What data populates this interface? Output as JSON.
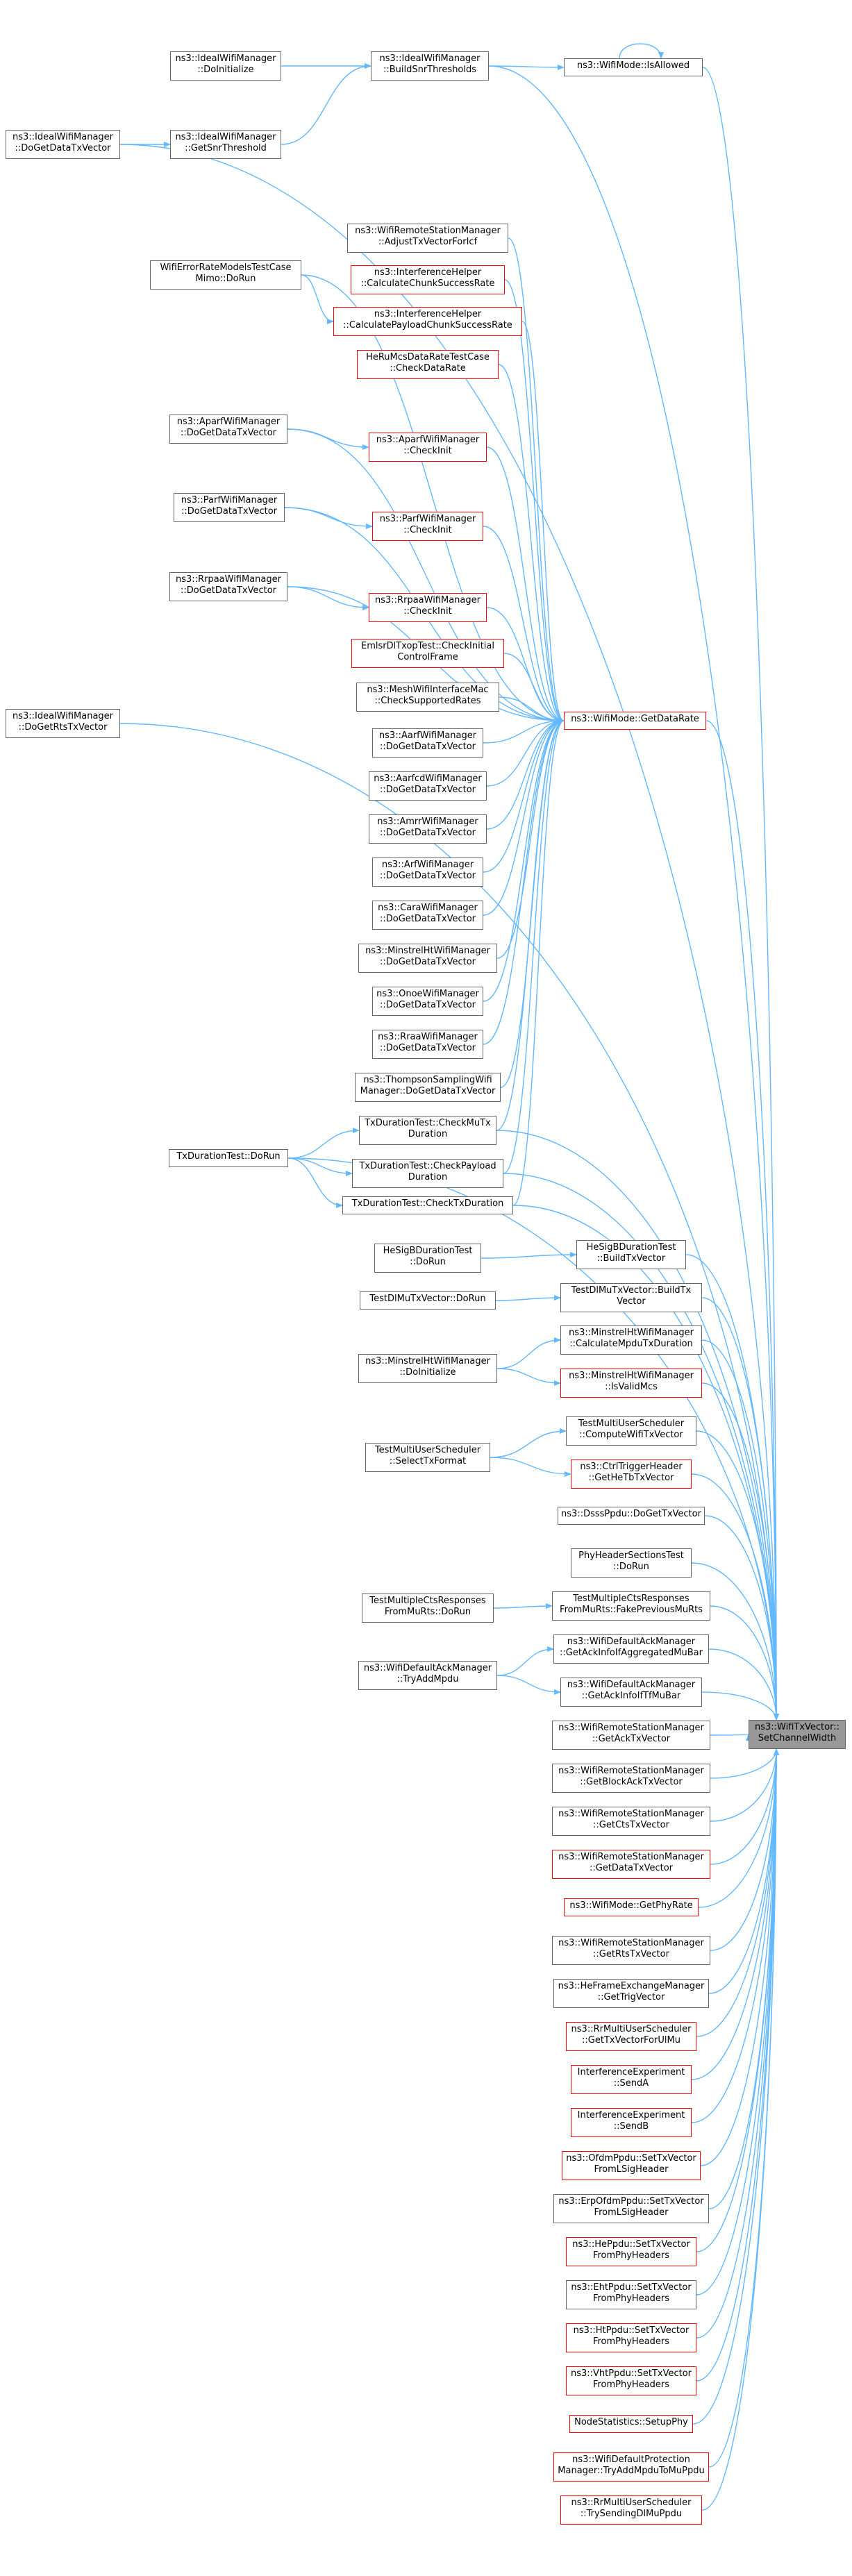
{
  "colors": {
    "edge": "#63b8ff",
    "border": "#666666",
    "warning_border": "#ff0000",
    "root_fill": "#999999"
  },
  "nodes": [
    {
      "id": "root",
      "lines": [
        "ns3::WifiTxVector::",
        "SetChannelWidth"
      ],
      "style": "root"
    },
    {
      "id": "isallowed",
      "lines": [
        "ns3::WifiMode::IsAllowed"
      ],
      "style": "normal"
    },
    {
      "id": "buildsnr",
      "lines": [
        "ns3::IdealWifiManager",
        "::BuildSnrThresholds"
      ],
      "style": "normal"
    },
    {
      "id": "doinit",
      "lines": [
        "ns3::IdealWifiManager",
        "::DoInitialize"
      ],
      "style": "normal"
    },
    {
      "id": "getsnr",
      "lines": [
        "ns3::IdealWifiManager",
        "::GetSnrThreshold"
      ],
      "style": "normal"
    },
    {
      "id": "ideal_data",
      "lines": [
        "ns3::IdealWifiManager",
        "::DoGetDataTxVector"
      ],
      "style": "normal"
    },
    {
      "id": "adjust",
      "lines": [
        "ns3::WifiRemoteStationManager",
        "::AdjustTxVectorForIcf"
      ],
      "style": "normal"
    },
    {
      "id": "errmimo",
      "lines": [
        "WifiErrorRateModelsTestCase",
        "Mimo::DoRun"
      ],
      "style": "normal"
    },
    {
      "id": "calcchunk",
      "lines": [
        "ns3::InterferenceHelper",
        "::CalculateChunkSuccessRate"
      ],
      "style": "red"
    },
    {
      "id": "calcpayload",
      "lines": [
        "ns3::InterferenceHelper",
        "::CalculatePayloadChunkSuccessRate"
      ],
      "style": "red"
    },
    {
      "id": "heru",
      "lines": [
        "HeRuMcsDataRateTestCase",
        "::CheckDataRate"
      ],
      "style": "red"
    },
    {
      "id": "aparf_data",
      "lines": [
        "ns3::AparfWifiManager",
        "::DoGetDataTxVector"
      ],
      "style": "normal"
    },
    {
      "id": "aparf_check",
      "lines": [
        "ns3::AparfWifiManager",
        "::CheckInit"
      ],
      "style": "red"
    },
    {
      "id": "parf_data",
      "lines": [
        "ns3::ParfWifiManager",
        "::DoGetDataTxVector"
      ],
      "style": "normal"
    },
    {
      "id": "parf_check",
      "lines": [
        "ns3::ParfWifiManager",
        "::CheckInit"
      ],
      "style": "red"
    },
    {
      "id": "rrpaa_data",
      "lines": [
        "ns3::RrpaaWifiManager",
        "::DoGetDataTxVector"
      ],
      "style": "normal"
    },
    {
      "id": "rrpaa_check",
      "lines": [
        "ns3::RrpaaWifiManager",
        "::CheckInit"
      ],
      "style": "red"
    },
    {
      "id": "emlsr",
      "lines": [
        "EmlsrDlTxopTest::CheckInitial",
        "ControlFrame"
      ],
      "style": "red"
    },
    {
      "id": "ideal_rts",
      "lines": [
        "ns3::IdealWifiManager",
        "::DoGetRtsTxVector"
      ],
      "style": "normal"
    },
    {
      "id": "mesh",
      "lines": [
        "ns3::MeshWifiInterfaceMac",
        "::CheckSupportedRates"
      ],
      "style": "normal"
    },
    {
      "id": "getdatarate",
      "lines": [
        "ns3::WifiMode::GetDataRate"
      ],
      "style": "red"
    },
    {
      "id": "aarf",
      "lines": [
        "ns3::AarfWifiManager",
        "::DoGetDataTxVector"
      ],
      "style": "normal"
    },
    {
      "id": "aarfcd",
      "lines": [
        "ns3::AarfcdWifiManager",
        "::DoGetDataTxVector"
      ],
      "style": "normal"
    },
    {
      "id": "amrr",
      "lines": [
        "ns3::AmrrWifiManager",
        "::DoGetDataTxVector"
      ],
      "style": "normal"
    },
    {
      "id": "arf",
      "lines": [
        "ns3::ArfWifiManager",
        "::DoGetDataTxVector"
      ],
      "style": "normal"
    },
    {
      "id": "cara",
      "lines": [
        "ns3::CaraWifiManager",
        "::DoGetDataTxVector"
      ],
      "style": "normal"
    },
    {
      "id": "minstrel",
      "lines": [
        "ns3::MinstrelHtWifiManager",
        "::DoGetDataTxVector"
      ],
      "style": "normal"
    },
    {
      "id": "onoe",
      "lines": [
        "ns3::OnoeWifiManager",
        "::DoGetDataTxVector"
      ],
      "style": "normal"
    },
    {
      "id": "rraa",
      "lines": [
        "ns3::RraaWifiManager",
        "::DoGetDataTxVector"
      ],
      "style": "normal"
    },
    {
      "id": "thompson",
      "lines": [
        "ns3::ThompsonSamplingWifi",
        "Manager::DoGetDataTxVector"
      ],
      "style": "normal"
    },
    {
      "id": "chkmutx",
      "lines": [
        "TxDurationTest::CheckMuTx",
        "Duration"
      ],
      "style": "normal"
    },
    {
      "id": "txdur_run",
      "lines": [
        "TxDurationTest::DoRun"
      ],
      "style": "normal"
    },
    {
      "id": "chkpayload",
      "lines": [
        "TxDurationTest::CheckPayload",
        "Duration"
      ],
      "style": "normal"
    },
    {
      "id": "chktxdur",
      "lines": [
        "TxDurationTest::CheckTxDuration"
      ],
      "style": "normal"
    },
    {
      "id": "hesig_run",
      "lines": [
        "HeSigBDurationTest",
        "::DoRun"
      ],
      "style": "normal"
    },
    {
      "id": "hesig_build",
      "lines": [
        "HeSigBDurationTest",
        "::BuildTxVector"
      ],
      "style": "normal"
    },
    {
      "id": "dlmu_run",
      "lines": [
        "TestDlMuTxVector::DoRun"
      ],
      "style": "normal"
    },
    {
      "id": "dlmu_build",
      "lines": [
        "TestDlMuTxVector::BuildTx",
        "Vector"
      ],
      "style": "normal"
    },
    {
      "id": "mht_calc",
      "lines": [
        "ns3::MinstrelHtWifiManager",
        "::CalculateMpduTxDuration"
      ],
      "style": "normal"
    },
    {
      "id": "mht_init",
      "lines": [
        "ns3::MinstrelHtWifiManager",
        "::DoInitialize"
      ],
      "style": "normal"
    },
    {
      "id": "mht_valid",
      "lines": [
        "ns3::MinstrelHtWifiManager",
        "::IsValidMcs"
      ],
      "style": "red"
    },
    {
      "id": "mus_compute",
      "lines": [
        "TestMultiUserScheduler",
        "::ComputeWifiTxVector"
      ],
      "style": "normal"
    },
    {
      "id": "mus_select",
      "lines": [
        "TestMultiUserScheduler",
        "::SelectTxFormat"
      ],
      "style": "normal"
    },
    {
      "id": "ctrltrig",
      "lines": [
        "ns3::CtrlTriggerHeader",
        "::GetHeTbTxVector"
      ],
      "style": "red"
    },
    {
      "id": "dsss",
      "lines": [
        "ns3::DsssPpdu::DoGetTxVector"
      ],
      "style": "normal"
    },
    {
      "id": "phyhdr",
      "lines": [
        "PhyHeaderSectionsTest",
        "::DoRun"
      ],
      "style": "normal"
    },
    {
      "id": "mcts_run",
      "lines": [
        "TestMultipleCtsResponses",
        "FromMuRts::DoRun"
      ],
      "style": "normal"
    },
    {
      "id": "mcts_fake",
      "lines": [
        "TestMultipleCtsResponses",
        "FromMuRts::FakePreviousMuRts"
      ],
      "style": "normal"
    },
    {
      "id": "ack_bar",
      "lines": [
        "ns3::WifiDefaultAckManager",
        "::GetAckInfoIfAggregatedMuBar"
      ],
      "style": "normal"
    },
    {
      "id": "ack_try",
      "lines": [
        "ns3::WifiDefaultAckManager",
        "::TryAddMpdu"
      ],
      "style": "normal"
    },
    {
      "id": "ack_tf",
      "lines": [
        "ns3::WifiDefaultAckManager",
        "::GetAckInfoIfTfMuBar"
      ],
      "style": "normal"
    },
    {
      "id": "rsm_ack",
      "lines": [
        "ns3::WifiRemoteStationManager",
        "::GetAckTxVector"
      ],
      "style": "normal"
    },
    {
      "id": "rsm_back",
      "lines": [
        "ns3::WifiRemoteStationManager",
        "::GetBlockAckTxVector"
      ],
      "style": "normal"
    },
    {
      "id": "rsm_cts",
      "lines": [
        "ns3::WifiRemoteStationManager",
        "::GetCtsTxVector"
      ],
      "style": "normal"
    },
    {
      "id": "rsm_data",
      "lines": [
        "ns3::WifiRemoteStationManager",
        "::GetDataTxVector"
      ],
      "style": "red"
    },
    {
      "id": "phyrate",
      "lines": [
        "ns3::WifiMode::GetPhyRate"
      ],
      "style": "red"
    },
    {
      "id": "rsm_rts",
      "lines": [
        "ns3::WifiRemoteStationManager",
        "::GetRtsTxVector"
      ],
      "style": "normal"
    },
    {
      "id": "hefem",
      "lines": [
        "ns3::HeFrameExchangeManager",
        "::GetTrigVector"
      ],
      "style": "normal"
    },
    {
      "id": "rrmus",
      "lines": [
        "ns3::RrMultiUserScheduler",
        "::GetTxVectorForUlMu"
      ],
      "style": "red"
    },
    {
      "id": "intA",
      "lines": [
        "InterferenceExperiment",
        "::SendA"
      ],
      "style": "red"
    },
    {
      "id": "intB",
      "lines": [
        "InterferenceExperiment",
        "::SendB"
      ],
      "style": "red"
    },
    {
      "id": "ofdm",
      "lines": [
        "ns3::OfdmPpdu::SetTxVector",
        "FromLSigHeader"
      ],
      "style": "red"
    },
    {
      "id": "erpofdm",
      "lines": [
        "ns3::ErpOfdmPpdu::SetTxVector",
        "FromLSigHeader"
      ],
      "style": "normal"
    },
    {
      "id": "heppdu",
      "lines": [
        "ns3::HePpdu::SetTxVector",
        "FromPhyHeaders"
      ],
      "style": "red"
    },
    {
      "id": "ehtppdu",
      "lines": [
        "ns3::EhtPpdu::SetTxVector",
        "FromPhyHeaders"
      ],
      "style": "normal"
    },
    {
      "id": "htppdu",
      "lines": [
        "ns3::HtPpdu::SetTxVector",
        "FromPhyHeaders"
      ],
      "style": "red"
    },
    {
      "id": "vhtppdu",
      "lines": [
        "ns3::VhtPpdu::SetTxVector",
        "FromPhyHeaders"
      ],
      "style": "red"
    },
    {
      "id": "nodestats",
      "lines": [
        "NodeStatistics::SetupPhy"
      ],
      "style": "red"
    },
    {
      "id": "protect",
      "lines": [
        "ns3::WifiDefaultProtection",
        "Manager::TryAddMpduToMuPpdu"
      ],
      "style": "red"
    },
    {
      "id": "rrsend",
      "lines": [
        "ns3::RrMultiUserScheduler",
        "::TrySendingDlMuPpdu"
      ],
      "style": "red"
    }
  ]
}
